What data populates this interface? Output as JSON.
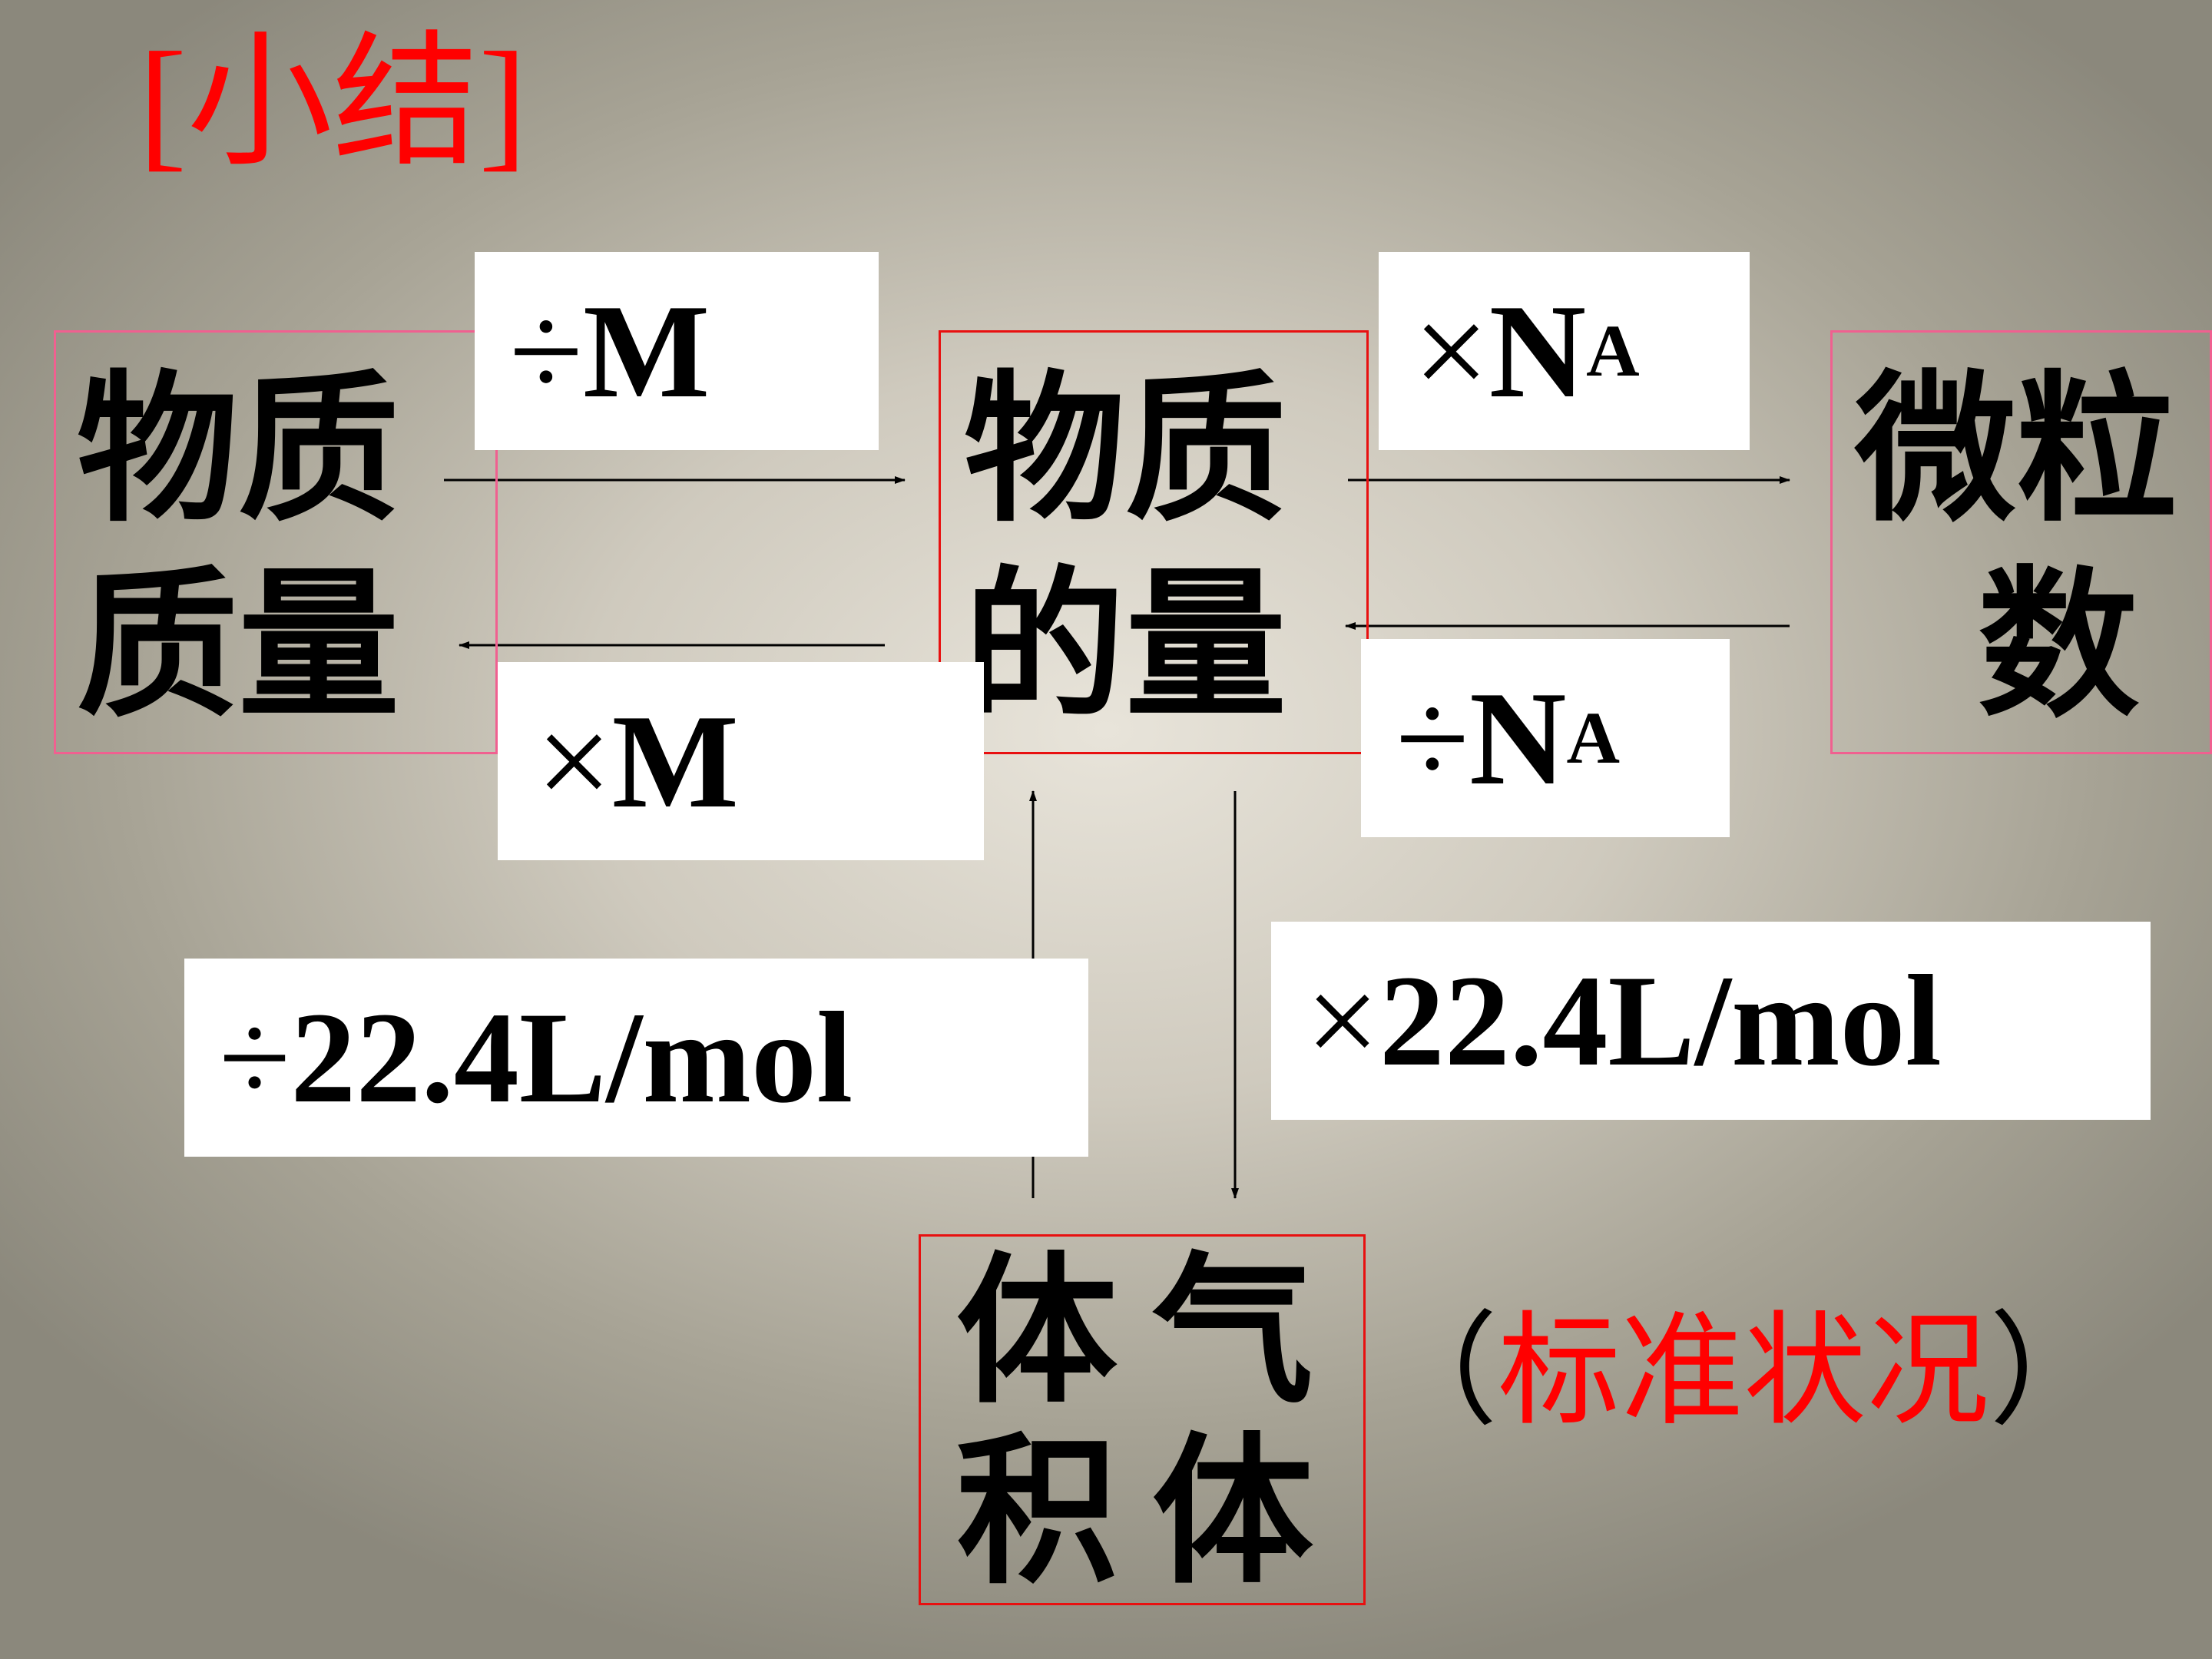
{
  "title": "[小结]",
  "nodes": {
    "mass": {
      "line1": "物质",
      "line2": "质量"
    },
    "moles": {
      "line1": "物质",
      "line2": "的量"
    },
    "particles": {
      "line1": "微粒",
      "line2": "数"
    },
    "volume": {
      "col1": "体积",
      "col2": "气体"
    }
  },
  "edges": {
    "mass_to_moles": {
      "op": "÷",
      "var": "M",
      "sub": ""
    },
    "moles_to_mass": {
      "op": "×",
      "var": "M",
      "sub": ""
    },
    "moles_to_particles": {
      "op": "×",
      "var": "N",
      "sub": "A"
    },
    "particles_to_moles": {
      "op": "÷",
      "var": "N",
      "sub": "A"
    },
    "volume_to_moles": {
      "op": "÷",
      "var": "22.4L/mol",
      "sub": ""
    },
    "moles_to_volume": {
      "op": "×",
      "var": "22.4L/mol",
      "sub": ""
    }
  },
  "condition": {
    "open": "（",
    "text": "标准状况",
    "close": "）"
  },
  "colors": {
    "title": "#ff0000",
    "condition": "#ff0000",
    "box_pink": "#f06090",
    "box_red": "#e81010"
  }
}
